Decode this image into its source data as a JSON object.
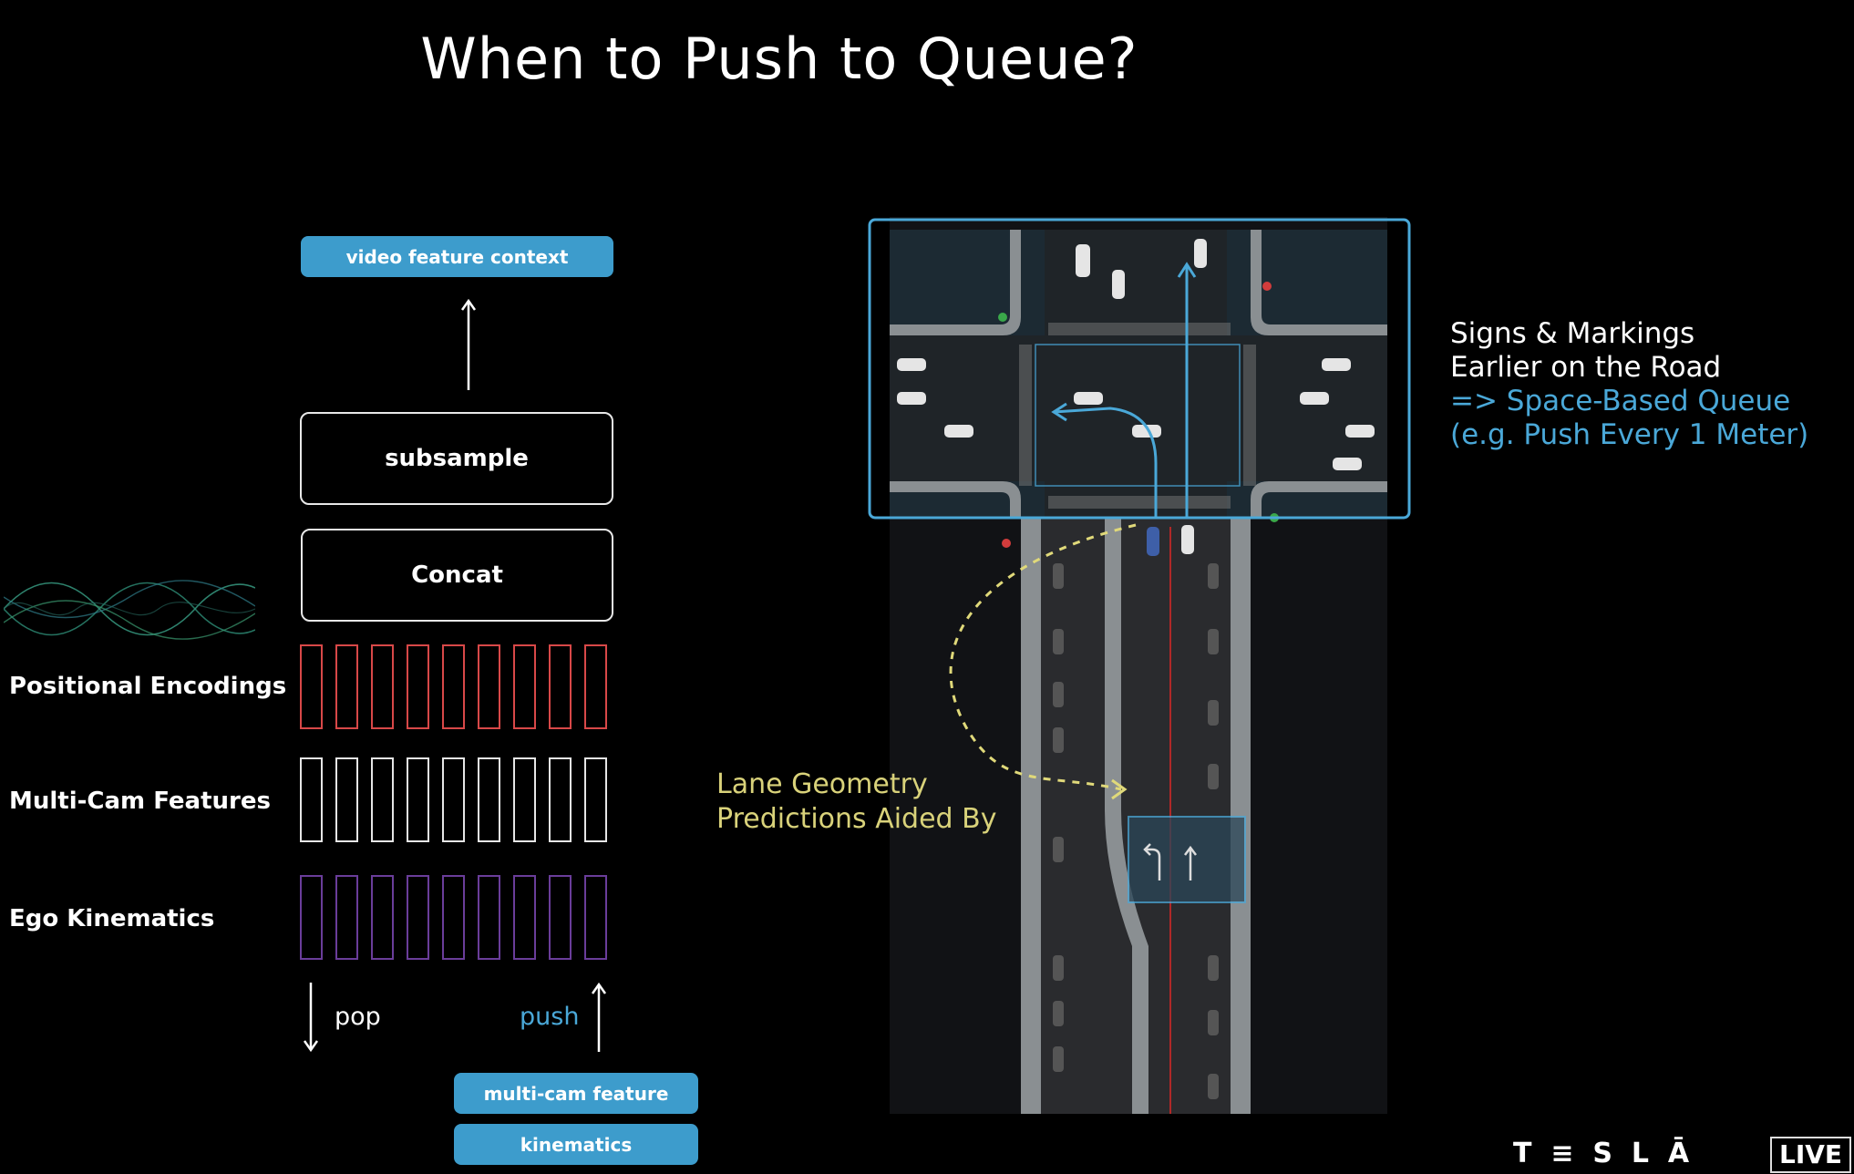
{
  "title": "When to Push to Queue?",
  "diagram": {
    "output_pill": "video feature context",
    "subsample_box": "subsample",
    "concat_box": "Concat",
    "row_labels": {
      "positional": "Positional Encodings",
      "multicam": "Multi-Cam Features",
      "ego": "Ego Kinematics"
    },
    "pop_label": "pop",
    "push_label": "push",
    "input_pills": [
      "multi-cam feature",
      "kinematics"
    ],
    "colors": {
      "pill": "#3d9ccc",
      "positional_cells": "#d84848",
      "multicam_cells": "#e6e6e6",
      "ego_cells": "#6a3d9a",
      "push_text": "#4aa8d8"
    }
  },
  "annotations": {
    "signs_line1": "Signs & Markings",
    "signs_line2": "Earlier on the Road",
    "queue_line1": "=> Space-Based Queue",
    "queue_line2": "(e.g. Push Every 1 Meter)",
    "lane_line1": "Lane Geometry",
    "lane_line2": "Predictions Aided By"
  },
  "branding": {
    "logo": "T  ≡  S  L  Ā",
    "live": "LIVE"
  }
}
